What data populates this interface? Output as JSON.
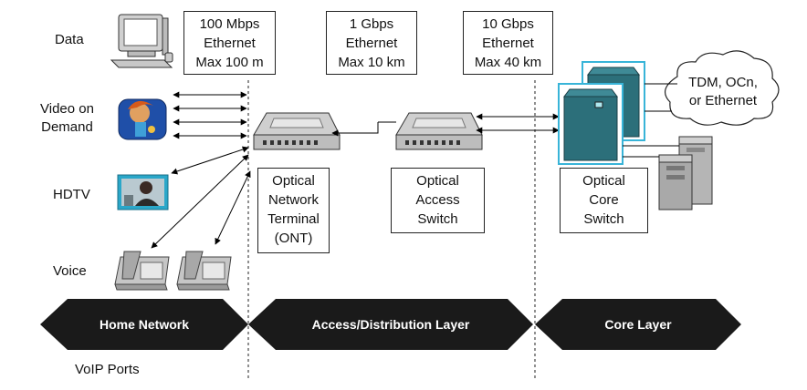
{
  "devices": {
    "data": "Data",
    "vod_line1": "Video on",
    "vod_line2": "Demand",
    "hdtv": "HDTV",
    "voice": "Voice"
  },
  "speed_boxes": [
    {
      "line1": "100 Mbps",
      "line2": "Ethernet",
      "line3": "Max 100 m"
    },
    {
      "line1": "1 Gbps",
      "line2": "Ethernet",
      "line3": "Max 10 km"
    },
    {
      "line1": "10 Gbps",
      "line2": "Ethernet",
      "line3": "Max 40 km"
    }
  ],
  "ont": {
    "line1": "Optical",
    "line2": "Network",
    "line3": "Terminal",
    "line4": "(ONT)"
  },
  "access_switch": {
    "line1": "Optical",
    "line2": "Access",
    "line3": "Switch"
  },
  "core_switch": {
    "line1": "Optical",
    "line2": "Core",
    "line3": "Switch"
  },
  "cloud": {
    "line1": "TDM, OCn,",
    "line2": "or Ethernet"
  },
  "layers": {
    "home": "Home Network",
    "access": "Access/Distribution Layer",
    "core": "Core Layer"
  },
  "voip_ports": "VoIP Ports",
  "colors": {
    "band": "#1a1a1a",
    "device_gray": "#bfbfbf",
    "core_teal": "#2c6f7a",
    "frame_cyan": "#38b4d8"
  }
}
